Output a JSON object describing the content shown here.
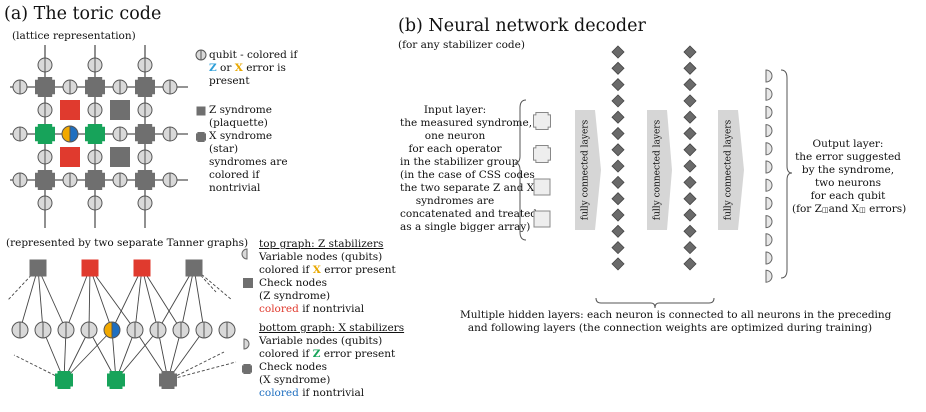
{
  "colors": {
    "grey": "#6f6f6f",
    "light_grey": "#d9d9d9",
    "red": "#e03a2e",
    "green": "#17a35a",
    "blue": "#1f6fc0",
    "orange": "#f2a900",
    "cyan_text": "#2f9fd8"
  },
  "toric": {
    "title": "(a) The toric code",
    "subtitle": "(lattice representation)",
    "legend_qubit": [
      "qubit - colored if",
      "or",
      "error is",
      "present"
    ],
    "legend_qubit_z": "Z",
    "legend_qubit_x": "X",
    "legend_z": [
      "Z syndrome",
      "(plaquette)"
    ],
    "legend_x": [
      "X syndrome",
      "(star)",
      "syndromes are",
      "colored if",
      "nontrivial"
    ]
  },
  "tanner": {
    "caption": "(represented by two separate Tanner graphs)",
    "top_heading": "top graph: Z stabilizers",
    "top_var": [
      "Variable nodes (qubits)",
      "colored if",
      "error present"
    ],
    "top_var_x": "X",
    "top_check": [
      "Check nodes",
      "(Z syndrome)"
    ],
    "top_colored": "colored",
    "top_if": "if nontrivial",
    "bottom_heading": "bottom graph: X stabilizers",
    "bottom_var": [
      "Variable nodes (qubits)",
      "colored if",
      "error present"
    ],
    "bottom_var_z": "Z",
    "bottom_check": [
      "Check nodes",
      "(X syndrome)"
    ],
    "bottom_colored": "colored",
    "bottom_if": "if nontrivial"
  },
  "nn": {
    "title": "(b) Neural network decoder",
    "subtitle": "(for any stabilizer code)",
    "input": [
      "Input layer:",
      "the measured syndrome,",
      "one neuron",
      "for each operator",
      "in the stabilizer group",
      "(in the case of CSS codes",
      "the two separate Z and X",
      "syndromes are",
      "concatenated and treated",
      "as a single bigger array)"
    ],
    "fc_label": "fully connected layers",
    "output": [
      "Output layer:",
      "the error suggested",
      "by the syndrome,",
      "two neurons",
      "for each qubit"
    ],
    "output_last": [
      "(for Z",
      "and X",
      " errors)"
    ],
    "hidden": [
      "Multiple hidden layers: each neuron is connected to all neurons in the preceding",
      "and following layers (the connection weights are optimized during training)"
    ]
  }
}
